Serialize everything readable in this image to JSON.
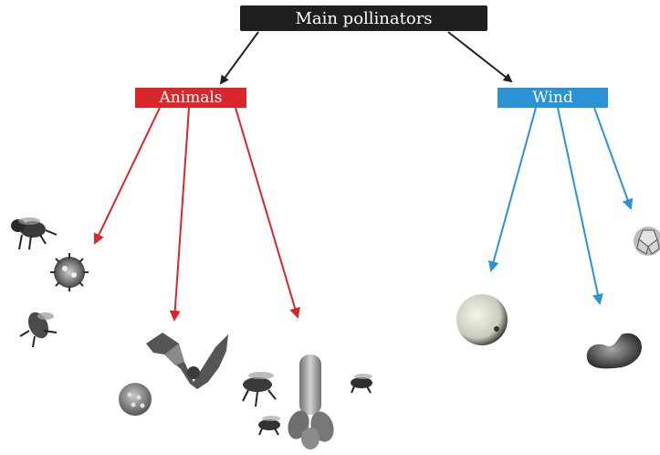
{
  "root": {
    "label": "Main pollinators"
  },
  "branches": [
    {
      "label": "Animals",
      "color": "#d8262b"
    },
    {
      "label": "Wind",
      "color": "#2a93d6"
    }
  ],
  "colors": {
    "root_box": "#1f1f1f",
    "arrow_dark": "#222222",
    "image_gray": "#555555"
  },
  "icons": [
    "bee-icon",
    "pollen-grain-icon",
    "bat-icon",
    "fly-icon",
    "flower-icon"
  ]
}
